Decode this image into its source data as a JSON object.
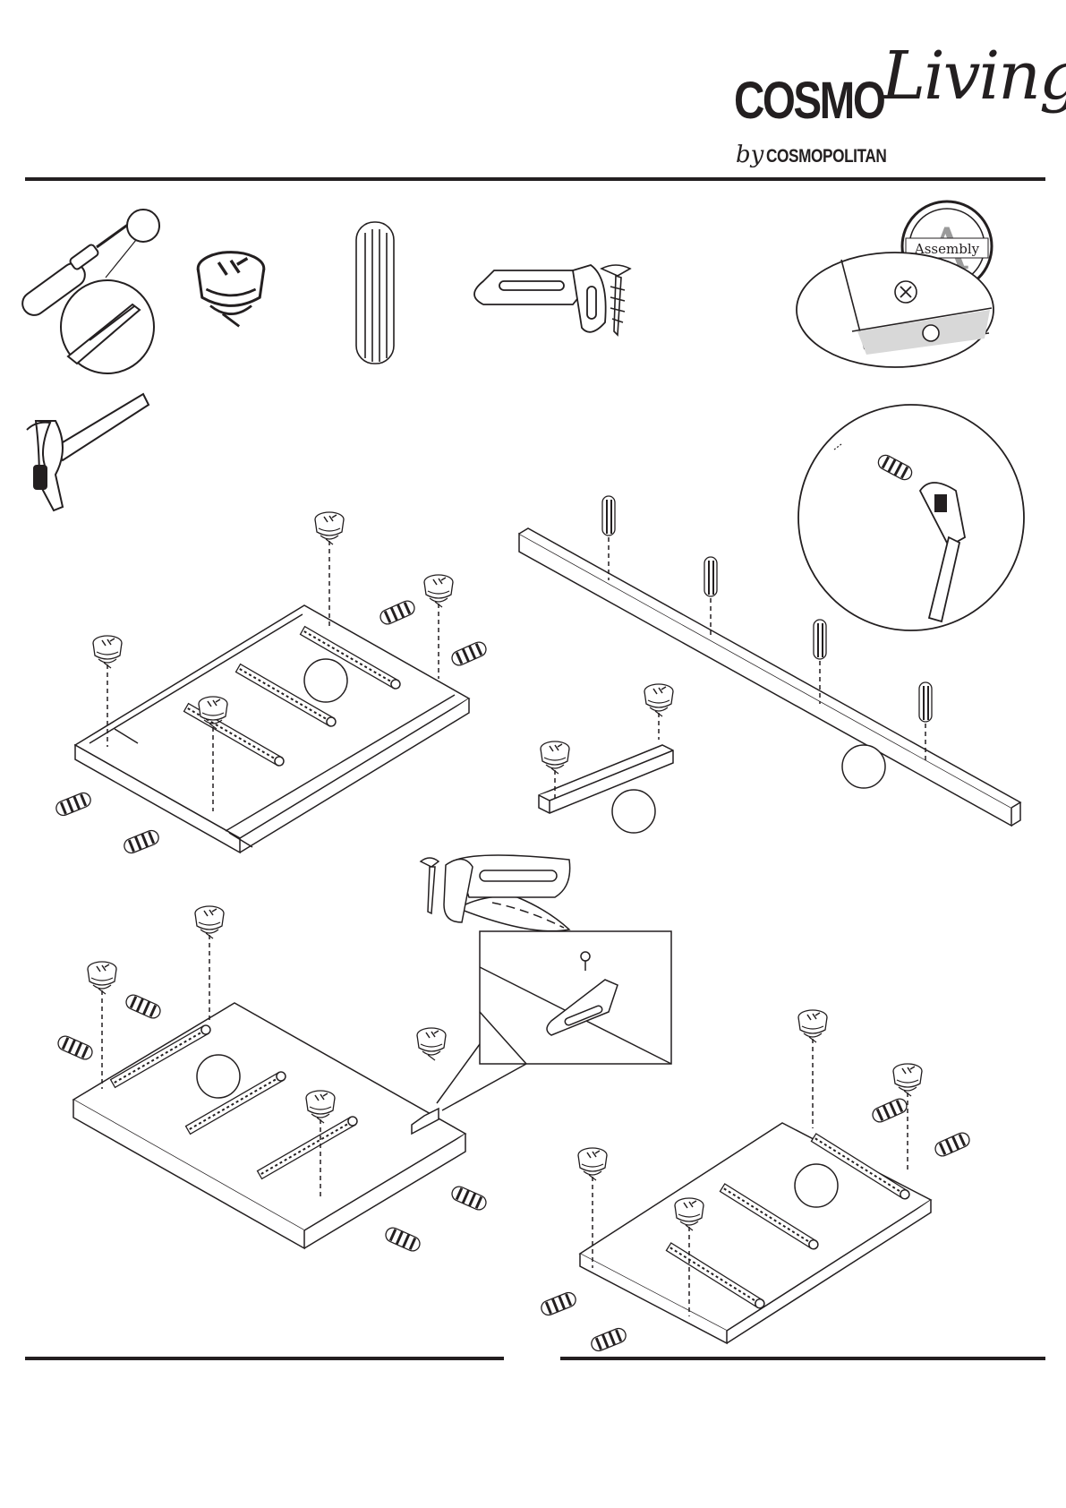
{
  "brand": {
    "name_main": "COSMO",
    "name_script": "Living",
    "by": "by",
    "publisher": "COSMOPOLITAN"
  },
  "badge": {
    "letter": "A",
    "text": "Assembly"
  },
  "colors": {
    "ink": "#231f20",
    "rule": "#231f20",
    "badge_gray": "#9a9a9a",
    "paper": "#ffffff"
  },
  "icons": [
    "screwdriver-icon",
    "hammer-icon",
    "cam-lock-icon",
    "wood-dowel-icon",
    "l-bracket-icon",
    "wood-screw-icon"
  ]
}
